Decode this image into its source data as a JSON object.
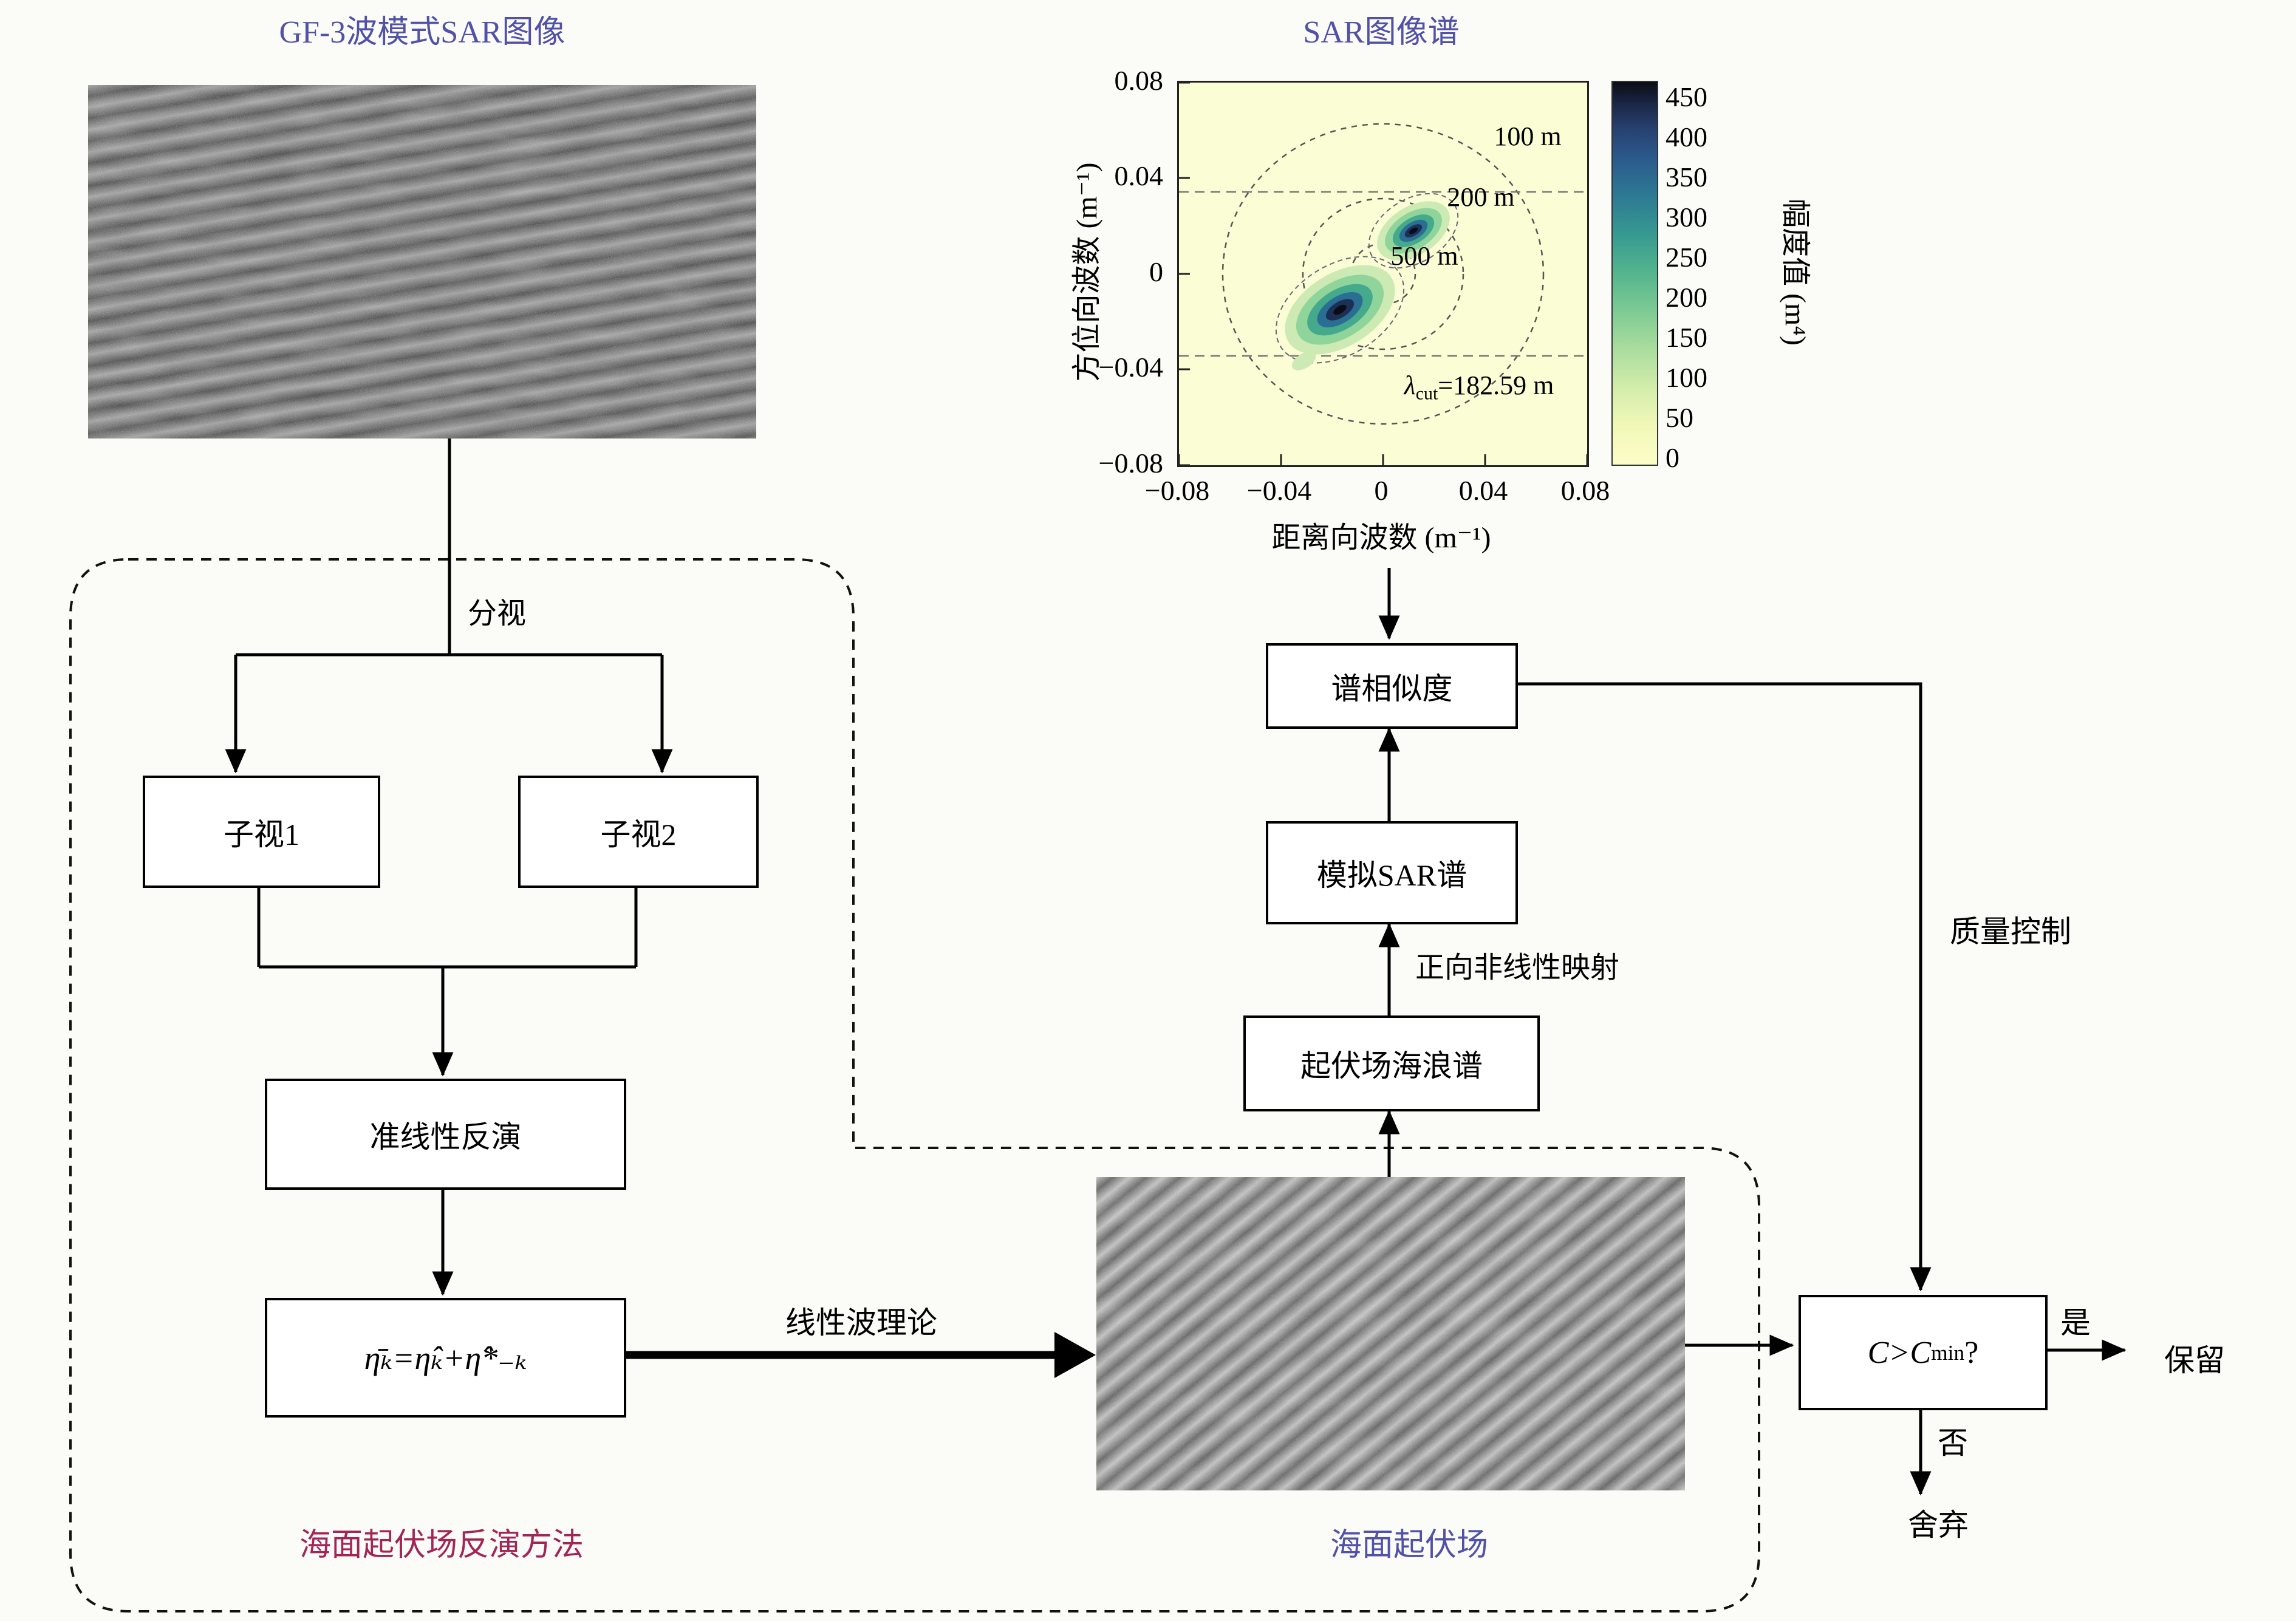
{
  "titles": {
    "sar_image": "GF-3波模式SAR图像",
    "spectrum": "SAR图像谱"
  },
  "spectrum": {
    "xlabel": "距离向波数 (m⁻¹)",
    "ylabel": "方位向波数 (m⁻¹)",
    "x_ticks": [
      "−0.08",
      "−0.04",
      "0",
      "0.04",
      "0.08"
    ],
    "y_ticks": [
      "0.08",
      "0.04",
      "0",
      "−0.04",
      "−0.08"
    ],
    "rings": {
      "r100": "100 m",
      "r200": "200 m",
      "r500": "500 m"
    },
    "cutoff": {
      "lambda": "λ",
      "sub": "cut",
      "rest": "=182.59 m"
    },
    "colorbar": {
      "label": "幅度值 (m⁴)",
      "ticks": [
        "450",
        "400",
        "350",
        "300",
        "250",
        "200",
        "150",
        "100",
        "50",
        "0"
      ]
    }
  },
  "flow": {
    "split": "分视",
    "sub1": "子视1",
    "sub2": "子视2",
    "quasi_linear": "准线性反演",
    "formula": "η̄ₖ=η̂ₖ+η̂*₋ₖ",
    "linear_wave_theory": "线性波理论",
    "wave_spectrum_box": "起伏场海浪谱",
    "forward_mapping": "正向非线性映射",
    "sim_sar_box": "模拟SAR谱",
    "similarity_box": "谱相似度",
    "quality_control": "质量控制",
    "condition": {
      "lhs": "C>C",
      "sub": "min",
      "q": "?"
    },
    "yes": "是",
    "keep": "保留",
    "no": "否",
    "discard": "舍弃",
    "method_caption": "海面起伏场反演方法",
    "surface_caption": "海面起伏场"
  },
  "chart_data": {
    "type": "heatmap",
    "title": "SAR图像谱",
    "xlabel": "距离向波数 (m⁻¹)",
    "ylabel": "方位向波数 (m⁻¹)",
    "xlim": [
      -0.08,
      0.08
    ],
    "ylim": [
      -0.08,
      0.08
    ],
    "x_ticks": [
      -0.08,
      -0.04,
      0,
      0.04,
      0.08
    ],
    "y_ticks": [
      -0.08,
      -0.04,
      0,
      0.04,
      0.08
    ],
    "colorbar": {
      "label": "幅度值 (m⁴)",
      "range": [
        0,
        450
      ],
      "ticks": [
        0,
        50,
        100,
        150,
        200,
        250,
        300,
        350,
        400,
        450
      ]
    },
    "wavelength_rings_m": [
      100,
      200,
      500
    ],
    "azimuth_cutoff": {
      "wavelength_m": 182.59,
      "wavenumber": 0.0344
    },
    "peaks": [
      {
        "kx": 0.012,
        "ky": 0.018,
        "amplitude": 450
      },
      {
        "kx": -0.017,
        "ky": -0.015,
        "amplitude": 450
      }
    ]
  }
}
